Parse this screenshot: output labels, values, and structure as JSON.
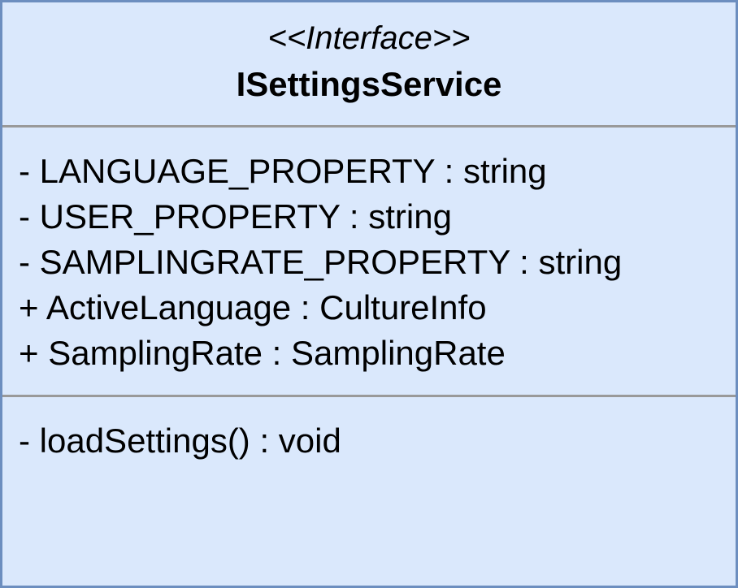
{
  "colors": {
    "fill": "#dae8fc",
    "border": "#6c8ebf",
    "divider": "#999999",
    "text": "#000000"
  },
  "class_box": {
    "stereotype": "<<Interface>>",
    "name": "ISettingsService",
    "attributes": [
      "- LANGUAGE_PROPERTY : string",
      "- USER_PROPERTY : string",
      "- SAMPLINGRATE_PROPERTY : string",
      "+ ActiveLanguage : CultureInfo",
      "+ SamplingRate : SamplingRate"
    ],
    "operations": [
      "- loadSettings() : void"
    ]
  }
}
